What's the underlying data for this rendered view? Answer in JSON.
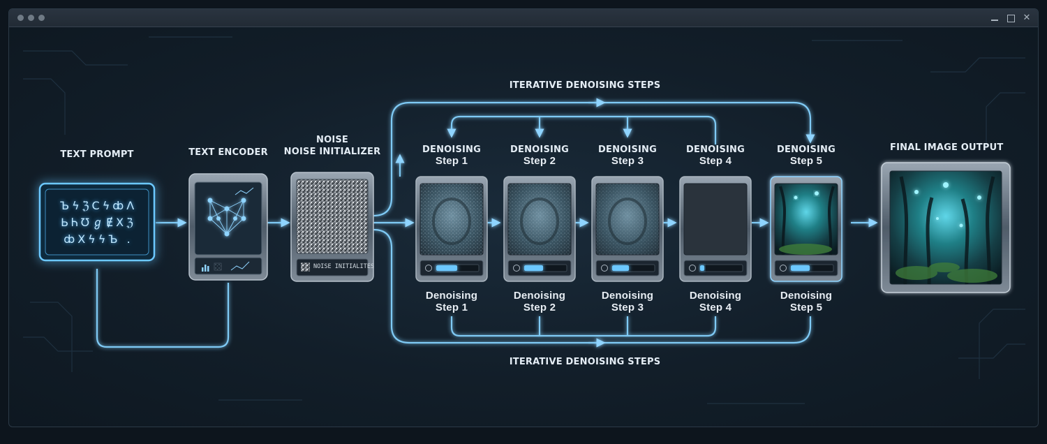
{
  "window": {
    "controls": {
      "minimize": "",
      "maximize": "",
      "close": "✕"
    }
  },
  "stages": {
    "text_prompt": {
      "label": "TEXT PROMPT",
      "glyphs": [
        "ЪϟℨϹϟȸɅ",
        "ЬᏂƱℊɆⅩℨ",
        "ȸⅩϟϟЪ ."
      ]
    },
    "text_encoder": {
      "label": "TEXT ENCODER"
    },
    "noise_initializer": {
      "label_top": "NOISE",
      "label": "NOISE INITIALIZER",
      "panel_text": "NOISE INITIALITES"
    },
    "final_output": {
      "label": "FINAL IMAGE OUTPUT"
    }
  },
  "loops": {
    "top_label": "ITERATIVE DENOISING STEPS",
    "bottom_label": "ITERATIVE DENOISING STEPS"
  },
  "steps": [
    {
      "top": "DENOISING",
      "top2": "Step 1",
      "bottom": "Denoising",
      "bottom2": "Step 1",
      "progress": 0.5
    },
    {
      "top": "DENOISING",
      "top2": "Step 2",
      "bottom": "Denoising",
      "bottom2": "Step 2",
      "progress": 0.45
    },
    {
      "top": "DENOISING",
      "top2": "Step 3",
      "bottom": "Denoising",
      "bottom2": "Step 3",
      "progress": 0.4
    },
    {
      "top": "DENOISING",
      "top2": "Step 4",
      "bottom": "Denoising",
      "bottom2": "Step 4",
      "progress": 0.1
    },
    {
      "top": "DENOISING",
      "top2": "Step 5",
      "bottom": "Denoising",
      "bottom2": "Step 5",
      "progress": 0.45
    }
  ],
  "colors": {
    "accent": "#6cc8ff",
    "line": "#7fcaf5",
    "panel": "#2b3642",
    "forest": "#1f6f73"
  }
}
